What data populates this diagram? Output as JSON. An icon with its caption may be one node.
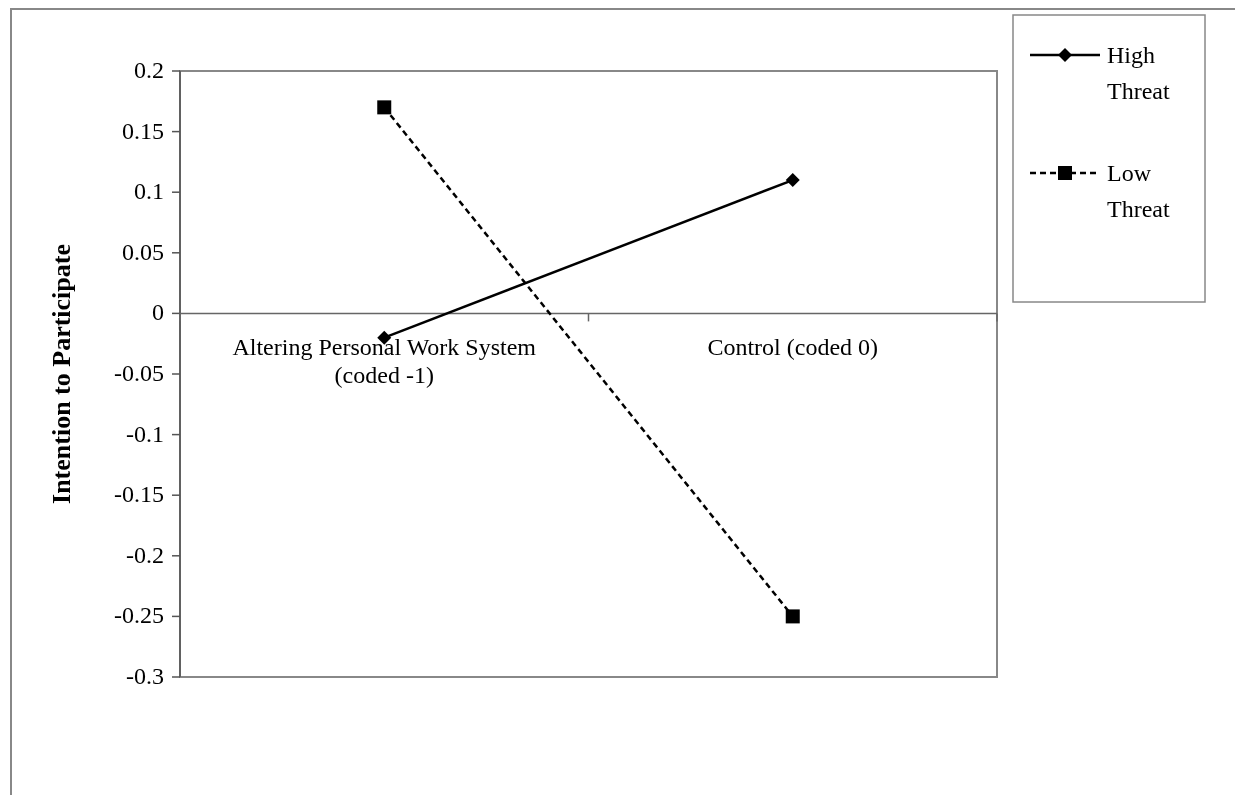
{
  "diagram": {
    "chart_data": {
      "type": "line",
      "ylabel": "Intention to Participate",
      "categories": [
        "Altering Personal Work System (coded -1)",
        "Control (coded 0)"
      ],
      "series": [
        {
          "name": "High Threat",
          "color": "#000000",
          "marker": "diamond",
          "line_style": "solid",
          "values": [
            -0.02,
            0.11
          ]
        },
        {
          "name": "Low Threat",
          "color": "#000000",
          "marker": "square",
          "line_style": "dashed",
          "values": [
            0.17,
            -0.25
          ]
        }
      ],
      "legend": "right",
      "ylim": [
        -0.3,
        0.2
      ],
      "yticks": [
        0.2,
        0.15,
        0.1,
        0.05,
        0,
        -0.05,
        -0.1,
        -0.15,
        -0.2,
        -0.25,
        -0.3
      ]
    }
  }
}
